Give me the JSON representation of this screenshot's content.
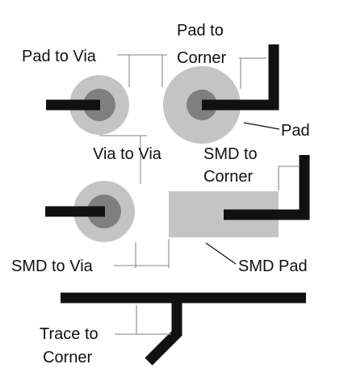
{
  "labels": {
    "pad_to_via": "Pad to Via",
    "pad_to_corner_line1": "Pad to",
    "pad_to_corner_line2": "Corner",
    "pad": "Pad",
    "via_to_via": "Via to Via",
    "smd_to_corner_line1": "SMD to",
    "smd_to_corner_line2": "Corner",
    "smd_to_via": "SMD to Via",
    "smd_pad": "SMD Pad",
    "trace_to_corner_line1": "Trace to",
    "trace_to_corner_line2": "Corner"
  },
  "colors": {
    "trace": "#111111",
    "via_outer": "#c4c4c4",
    "via_inner": "#7f7f7f",
    "pad_outer": "#c4c4c4",
    "pad_inner": "#7f7f7f",
    "smd_pad": "#c4c4c4",
    "dimension_line": "#9a9a9a",
    "text": "#111111"
  }
}
